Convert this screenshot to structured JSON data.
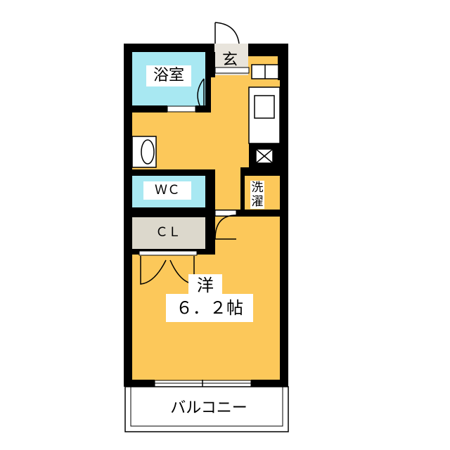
{
  "floor_plan": {
    "rooms": {
      "bath": "浴室",
      "entrance": "玄",
      "toilet": "ＷＣ",
      "closet": "ＣＬ",
      "laundry": "洗濯",
      "western_room_type": "洋",
      "western_room_size": "６．２帖",
      "balcony": "バルコニー"
    },
    "colors": {
      "floor": "#FCC85A",
      "water_area": "#A8E8F2",
      "storage": "#DCD8CC",
      "wall": "#000000"
    }
  }
}
